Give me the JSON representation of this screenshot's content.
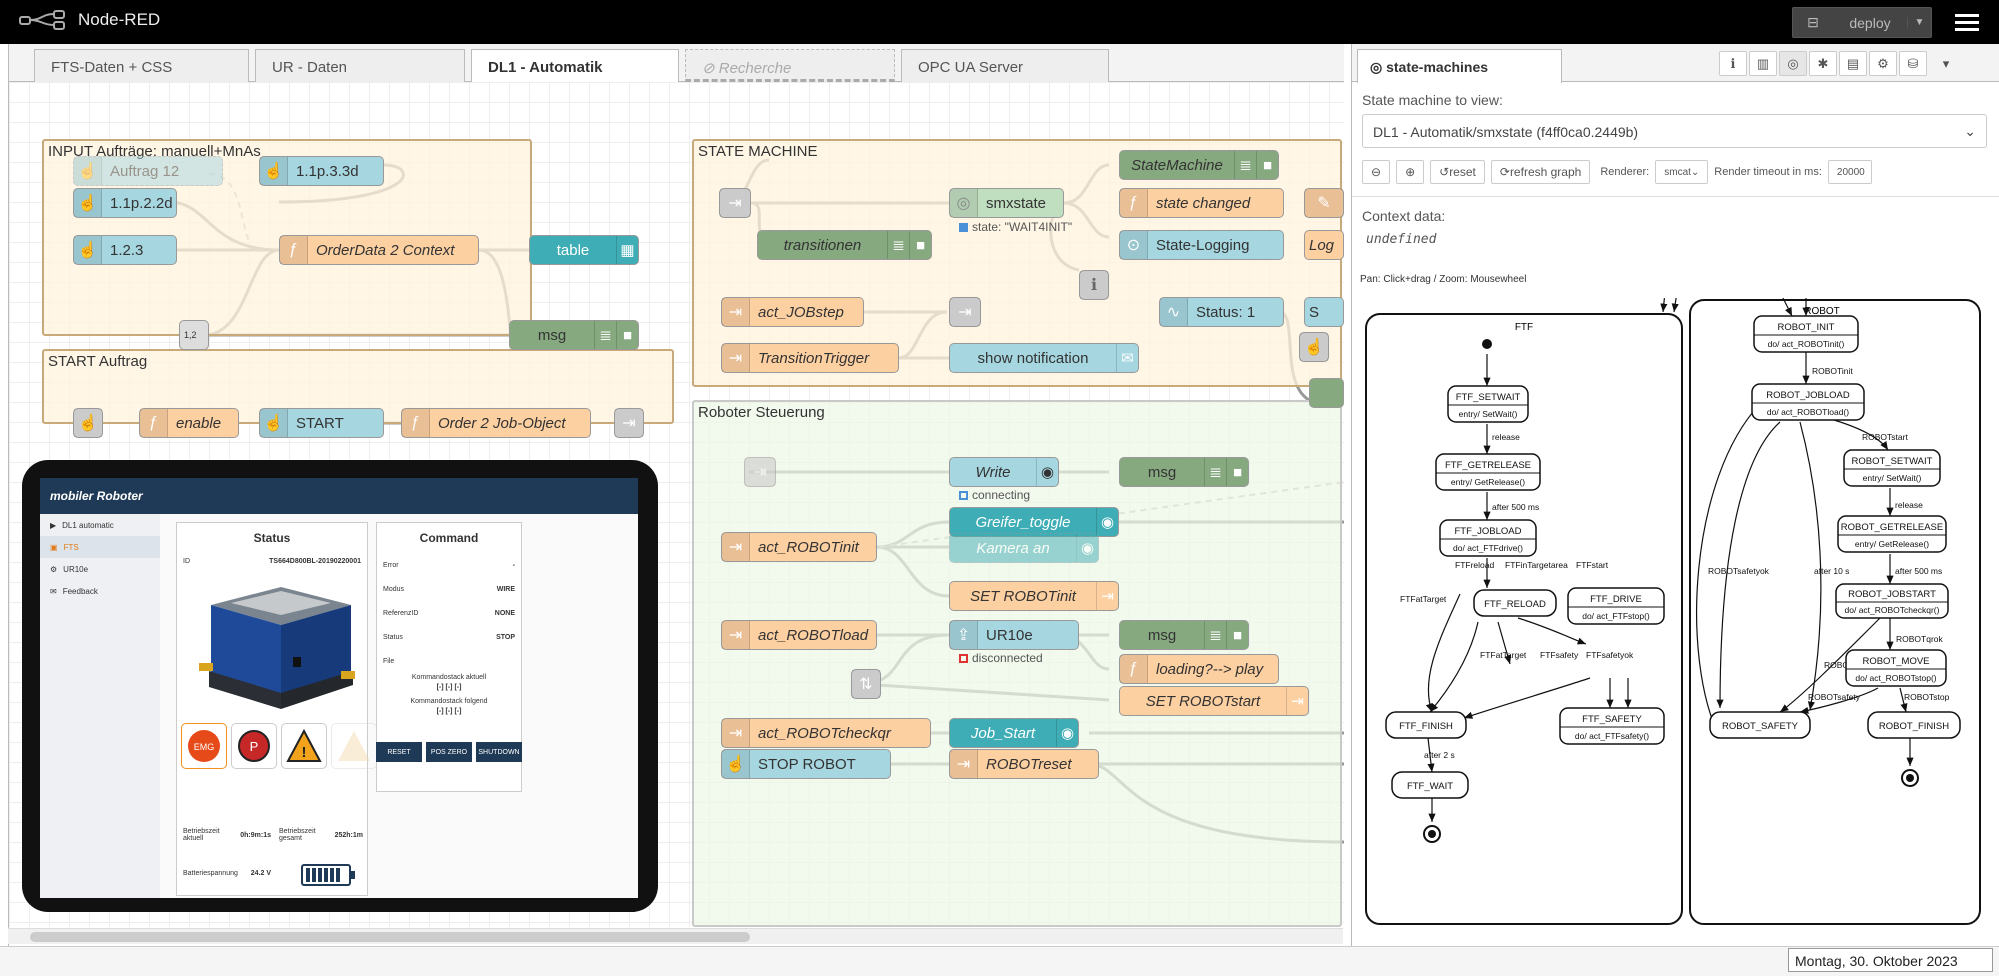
{
  "app": {
    "title": "Node-RED",
    "deploy_label": "deploy"
  },
  "tabs": [
    {
      "label": "FTS-Daten + CSS"
    },
    {
      "label": "UR - Daten"
    },
    {
      "label": "DL1 - Automatik"
    },
    {
      "label": "Recherche"
    },
    {
      "label": "OPC UA Server"
    }
  ],
  "groups": {
    "input": "INPUT Aufträge: manuell+MnAs",
    "state": "STATE MACHINE",
    "start": "START Auftrag",
    "robot": "Roboter Steuerung"
  },
  "nodes": {
    "auftrag12": "Auftrag 12",
    "n1p33d": "1.1p.3.3d",
    "n1p22d": "1.1p.2.2d",
    "n123": "1.2.3",
    "orderdata": "OrderData 2 Context",
    "table": "table",
    "msg1": "msg",
    "json12": "1,2",
    "enable": "enable",
    "start": "START",
    "order2job": "Order 2 Job-Object",
    "statemachine": "StateMachine",
    "smxstate": "smxstate",
    "smxstatus": "state: \"WAIT4INIT\"",
    "statechanged": "state changed",
    "transitionen": "transitionen",
    "statelogging": "State-Logging",
    "log": "Log",
    "actjob": "act_JOBstep",
    "transtrigger": "TransitionTrigger",
    "shownotif": "show notification",
    "status1": "Status: 1",
    "write": "Write",
    "writestatus": "connecting",
    "msg2": "msg",
    "greifer": "Greifer_toggle",
    "kamera": "Kamera an",
    "actinit": "act_ROBOTinit",
    "setinit": "SET ROBOTinit",
    "actload": "act_ROBOTload",
    "ur10e": "UR10e",
    "urstatus": "disconnected",
    "msg3": "msg",
    "loading": "loading?--> play",
    "setstart": "SET ROBOTstart",
    "actcheck": "act_ROBOTcheckqr",
    "jobstart": "Job_Start",
    "stoprobot": "STOP ROBOT",
    "robotreset": "ROBOTreset"
  },
  "tablet": {
    "title": "mobiler Roboter",
    "nav": [
      "DL1 automatic",
      "FTS",
      "UR10e",
      "Feedback"
    ],
    "status": {
      "heading": "Status",
      "id_label": "ID",
      "id_value": "TS664D800BL-20190220001",
      "betrieb_akt_label": "Betriebszeit aktuell",
      "betrieb_akt": "0h:9m:1s",
      "betrieb_ges_label": "Betriebszeit gesamt",
      "betrieb_ges": "252h:1m",
      "batt_label": "Batteriespannung",
      "batt": "24.2 V",
      "emg": "EMG",
      "p": "P",
      "warn": "!"
    },
    "command": {
      "heading": "Command",
      "rows": [
        [
          "Error",
          "-"
        ],
        [
          "Modus",
          "WIRE"
        ],
        [
          "ReferenzID",
          "NONE"
        ],
        [
          "Status",
          "STOP"
        ],
        [
          "File",
          ""
        ]
      ],
      "stack_now_label": "Kommandostack aktuell",
      "stack_now": "[-] [-] [-]",
      "stack_next_label": "Kommandostack folgend",
      "stack_next": "[-] [-] [-]",
      "reset": "RESET",
      "poszero": "POS ZERO",
      "shutdown": "SHUTDOWN"
    }
  },
  "sidebar": {
    "tab": "state-machines",
    "sm_label": "State machine to view:",
    "sm_value": "DL1 - Automatik/smxstate (f4ff0ca0.2449b)",
    "reset": "reset",
    "refresh": "refresh graph",
    "renderer_label": "Renderer:",
    "renderer": "smcat",
    "timeout_label": "Render timeout in ms:",
    "timeout": "20000",
    "ctx_label": "Context data:",
    "ctx_value": "undefined",
    "pan_hint": "Pan: Click+drag / Zoom: Mousewheel"
  },
  "graph": {
    "ftf": "FTF",
    "robot": "ROBOT",
    "states": {
      "FTF_SETWAIT": [
        "FTF_SETWAIT",
        "entry/ SetWait()"
      ],
      "FTF_GETRELEASE": [
        "FTF_GETRELEASE",
        "entry/ GetRelease()"
      ],
      "FTF_JOBLOAD": [
        "FTF_JOBLOAD",
        "do/ act_FTFdrive()"
      ],
      "FTF_RELOAD": [
        "FTF_RELOAD",
        ""
      ],
      "FTF_DRIVE": [
        "FTF_DRIVE",
        "do/ act_FTFstop()"
      ],
      "FTF_FINISH": [
        "FTF_FINISH",
        ""
      ],
      "FTF_SAFETY": [
        "FTF_SAFETY",
        "do/ act_FTFsafety()"
      ],
      "FTF_WAIT": [
        "FTF_WAIT",
        ""
      ],
      "ROBOT_INIT": [
        "ROBOT_INIT",
        "do/ act_ROBOTinit()"
      ],
      "ROBOT_JOBLOAD": [
        "ROBOT_JOBLOAD",
        "do/ act_ROBOTload()"
      ],
      "ROBOT_SETWAIT": [
        "ROBOT_SETWAIT",
        "entry/ SetWait()"
      ],
      "ROBOT_GETRELEASE": [
        "ROBOT_GETRELEASE",
        "entry/ GetRelease()"
      ],
      "ROBOT_JOBSTART": [
        "ROBOT_JOBSTART",
        "do/ act_ROBOTcheckqr()"
      ],
      "ROBOT_MOVE": [
        "ROBOT_MOVE",
        "do/ act_ROBOTstop()"
      ],
      "ROBOT_SAFETY": [
        "ROBOT_SAFETY",
        ""
      ],
      "ROBOT_FINISH": [
        "ROBOT_FINISH",
        ""
      ]
    },
    "edges": {
      "release1": "release",
      "after500a": "after 500 ms",
      "ftfreload": "FTFreload",
      "ftfintarget": "FTFinTargetarea",
      "ftfstart": "FTFstart",
      "ftfattarget1": "FTFatTarget",
      "ftfattarget2": "FTFatTarget",
      "ftfsafety": "FTFsafety",
      "ftfsafetyok": "FTFsafetyok",
      "after2s": "after 2 s",
      "robotinit": "ROBOTinit",
      "robotstart": "ROBOTstart",
      "release2": "release",
      "after500b": "after 500 ms",
      "robotsafetyok": "ROBOTsafetyok",
      "after10s": "after 10 s",
      "robotqrok": "ROBOTqrok",
      "robotqrfail": "ROBOTqrfail",
      "robotsafety": "ROBOTsafety",
      "robotstop": "ROBOTstop"
    }
  },
  "footer": {
    "date": "Montag, 30. Oktober 2023"
  }
}
